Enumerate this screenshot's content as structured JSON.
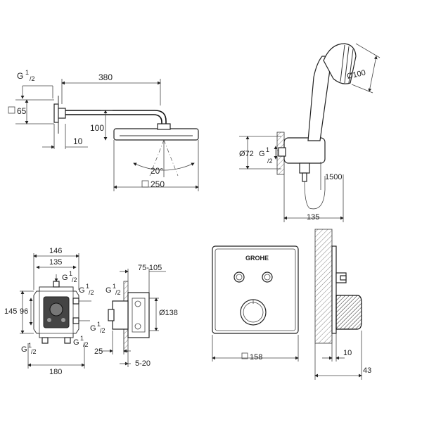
{
  "rain_shower": {
    "dims": {
      "thread": "G",
      "thread_size": "1/2",
      "flange_square": "65",
      "arm_length": "380",
      "head_drop": "100",
      "wall_depth": "10",
      "tilt_angle": "20°",
      "head_square": "250"
    }
  },
  "hand_shower": {
    "dims": {
      "head_diameter": "Ø100",
      "outlet_diameter": "Ø72",
      "thread": "G",
      "thread_size": "1/2",
      "hose_length": "1500",
      "projection": "135"
    }
  },
  "valve_box": {
    "dims": {
      "outer_width": "146",
      "inner_width": "135",
      "thread": "G",
      "thread_size": "1/2",
      "height_outer": "145",
      "height_inner": "96",
      "base_width": "180"
    }
  },
  "valve_side": {
    "dims": {
      "depth_range": "75-105",
      "thread": "G",
      "thread_size": "1/2",
      "diameter": "Ø138",
      "setback": "25",
      "tile_range": "5-20"
    }
  },
  "faceplate": {
    "brand": "GROHE",
    "dims": {
      "square": "158"
    }
  },
  "faceplate_side": {
    "dims": {
      "front_depth": "10",
      "total_depth": "43"
    }
  }
}
